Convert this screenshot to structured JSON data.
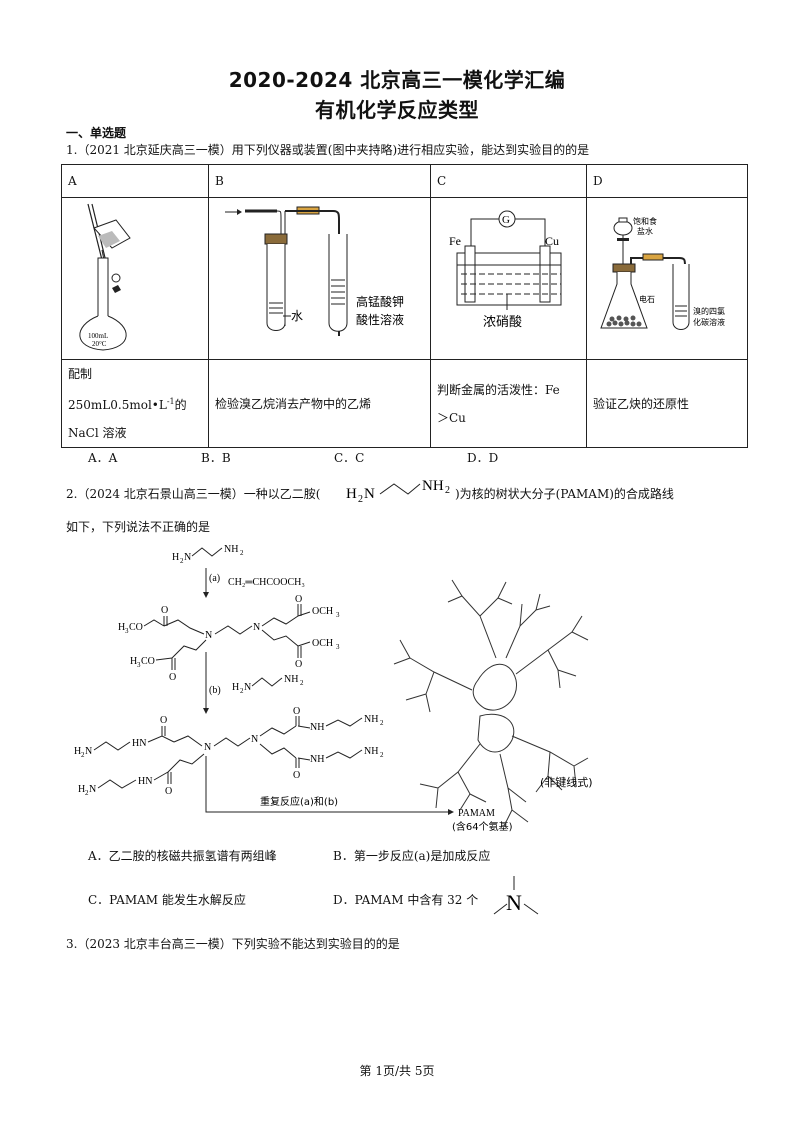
{
  "title_line1": "2020-2024 北京高三一模化学汇编",
  "title_line2": "有机化学反应类型",
  "section1": "一、单选题",
  "q1": {
    "stem": "1.（2021 北京延庆高三一模）用下列仪器或装置(图中夹持略)进行相应实验，能达到实验目的的是",
    "headers": [
      "A",
      "B",
      "C",
      "D"
    ],
    "a_desc_line1": "配制",
    "a_desc_line2": "250mL0.5mol•L",
    "a_desc_sup": "-1",
    "a_desc_line2b": "的",
    "a_desc_line3": "NaCl 溶液",
    "b_desc": "检验溴乙烷消去产物中的乙烯",
    "c_desc_line1": "判断金属的活泼性：Fe",
    "c_desc_line2": "＞Cu",
    "d_desc": "验证乙炔的还原性",
    "a_label1": "100mL",
    "a_label2": "20°C",
    "b_label_water": "水",
    "b_label_sol1": "高锰酸钾",
    "b_label_sol2": "酸性溶液",
    "c_galvanometer": "G",
    "c_fe": "Fe",
    "c_cu": "Cu",
    "c_acid": "浓硝酸",
    "d_label_brine1": "饱和食",
    "d_label_brine2": "盐水",
    "d_label_carbide": "电石",
    "d_label_br1": "溴的四氯",
    "d_label_br2": "化碳溶液",
    "options": [
      "A．A",
      "B．B",
      "C．C",
      "D．D"
    ]
  },
  "q2": {
    "stem_part1": "2.（2024 北京石景山高三一模）一种以乙二胺(",
    "stem_part2": ")为核的树状大分子(PAMAM)的合成路线",
    "stem_line2": "如下，下列说法不正确的是",
    "reagent_a_label": "(a)",
    "reagent_a": "CH₂═CHCOOCH₃",
    "reagent_b_label": "(b)",
    "repeat_label": "重复反应(a)和(b)",
    "product": "PAMAM",
    "product_note": "(含64个氨基)",
    "nonbond_note": "(非键线式)",
    "options": [
      "A．乙二胺的核磁共振氢谱有两组峰",
      "B．第一步反应(a)是加成反应",
      "C．PAMAM 能发生水解反应",
      "D．PAMAM 中含有 32 个"
    ]
  },
  "q3": {
    "stem": "3.（2023 北京丰台高三一模）下列实验不能达到实验目的的是"
  },
  "footer": "第 1页/共 5页"
}
